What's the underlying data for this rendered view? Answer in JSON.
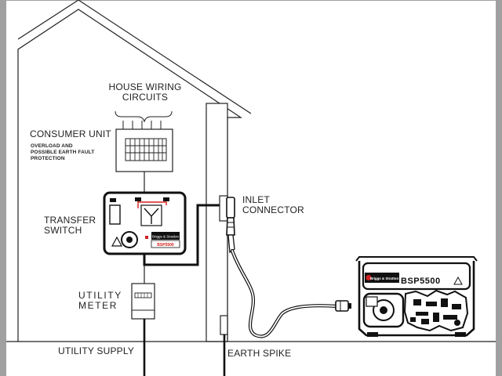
{
  "labels": {
    "house_wiring": [
      "HOUSE WIRING",
      "CIRCUITS"
    ],
    "consumer_unit": "CONSUMER UNIT",
    "consumer_unit_note": [
      "OVERLOAD AND",
      "POSSIBLE EARTH FAULT",
      "PROTECTION"
    ],
    "transfer_switch": [
      "TRANSFER",
      "SWITCH"
    ],
    "utility_meter": [
      "UTILITY",
      "METER"
    ],
    "utility_supply": "UTILITY SUPPLY",
    "inlet_connector": [
      "INLET",
      "CONNECTOR"
    ],
    "earth_spike": "EARTH SPIKE"
  },
  "generator": {
    "model": "BSP5500",
    "brand": "Briggs & Stratton"
  },
  "transfer_switch_panel": {
    "brand": "Briggs & Stratton",
    "model": "BSP5500"
  },
  "colors": {
    "line": "#1a1a1a",
    "grey_border": "#9e9e9e",
    "red_accent": "#d42020"
  }
}
